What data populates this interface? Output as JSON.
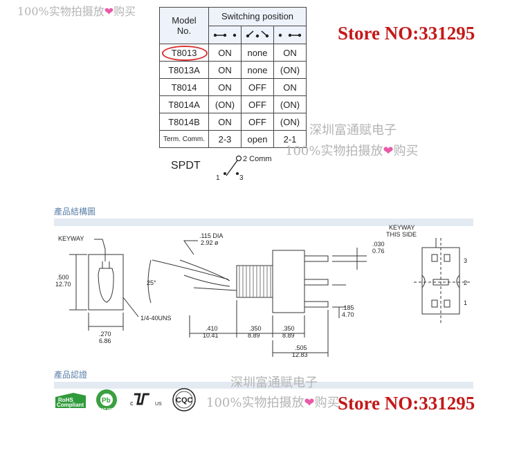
{
  "watermark_top": {
    "text_a": "100%实物拍摄放",
    "heart": "❤",
    "text_b": "购买"
  },
  "store_label": "Store NO:331295",
  "table": {
    "model_header": "Model\nNo.",
    "switching_header": "Switching position",
    "rows": [
      {
        "model": "T8013",
        "c1": "ON",
        "c2": "none",
        "c3": "ON",
        "circled": true
      },
      {
        "model": "T8013A",
        "c1": "ON",
        "c2": "none",
        "c3": "(ON)"
      },
      {
        "model": "T8014",
        "c1": "ON",
        "c2": "OFF",
        "c3": "ON"
      },
      {
        "model": "T8014A",
        "c1": "(ON)",
        "c2": "OFF",
        "c3": "(ON)"
      },
      {
        "model": "T8014B",
        "c1": "ON",
        "c2": "OFF",
        "c3": "(ON)"
      },
      {
        "model": "Term. Comm.",
        "c1": "2-3",
        "c2": "open",
        "c3": "2-1"
      }
    ]
  },
  "watermark_mid": {
    "line1": "深圳富通赋电子",
    "line2_a": "100%实物拍摄放",
    "heart": "❤",
    "line2_b": "购买"
  },
  "spdt": {
    "label": "SPDT",
    "comm": "2 Comm",
    "t1": "1",
    "t3": "3"
  },
  "section_structure": "產品結構圖",
  "drawing": {
    "keyway": "KEYWAY",
    "dim_500": ".500",
    "dim_1270": "12.70",
    "dim_270": ".270",
    "dim_686": "6.86",
    "thread": "1/4-40UNS",
    "dia": ".115 DIA",
    "dia_mm": "2.92 ø",
    "angle": "25°",
    "dim_410": ".410",
    "dim_1041": "10.41",
    "dim_350a": ".350",
    "dim_889a": "8.89",
    "dim_350b": ".350",
    "dim_889b": "8.89",
    "dim_505": ".505",
    "dim_1283": "12.83",
    "dim_030": ".030",
    "dim_076": "0.76",
    "dim_185": ".185",
    "dim_470": "4.70",
    "keyway_side_1": "KEYWAY",
    "keyway_side_2": "THIS SIDE",
    "pin3": "3",
    "pin2": "2",
    "pin1": "1"
  },
  "section_cert": "產品認證",
  "certs": {
    "rohs_1": "RoHS",
    "rohs_2": "Compliant",
    "pb": "Pb",
    "lead_free": "LEAD FREE",
    "c": "c",
    "us": "US",
    "cqc": "CQC"
  },
  "watermark_bottom": {
    "line1": "深圳富通赋电子",
    "line2_a": "100%实物拍摄放",
    "heart": "❤",
    "line2_b": "购买"
  }
}
